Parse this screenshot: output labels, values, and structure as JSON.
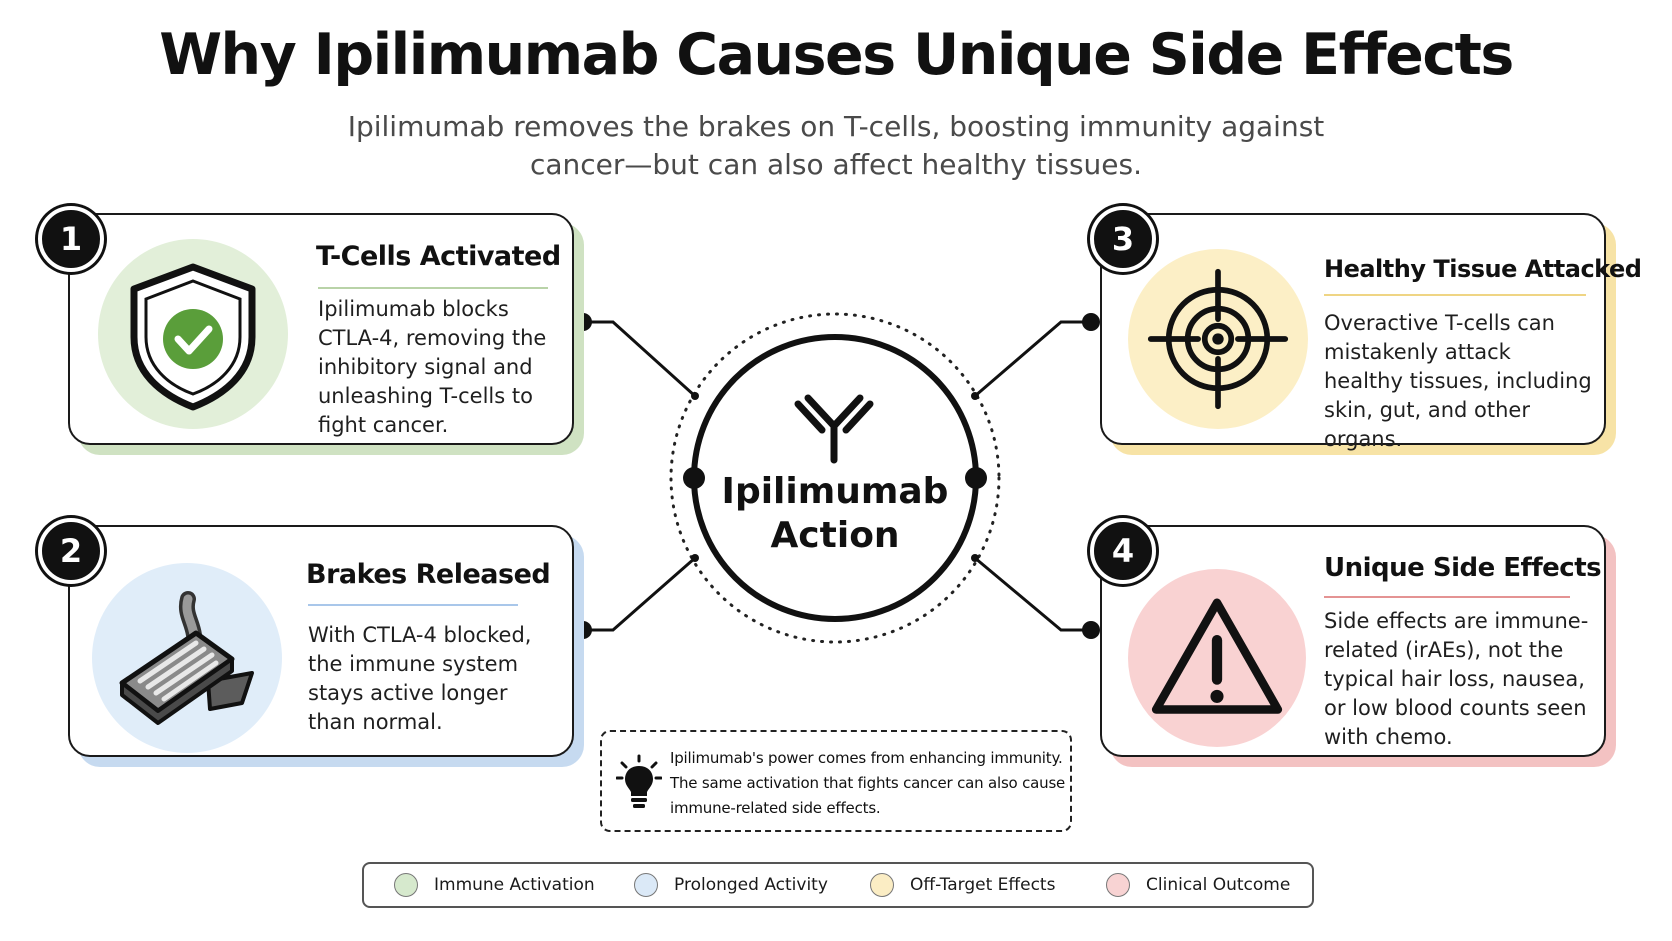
{
  "header": {
    "title": "Why Ipilimumab Causes Unique Side Effects",
    "subtitle": "Ipilimumab removes the brakes on T-cells, boosting immunity against cancer—but can also affect healthy tissues."
  },
  "hub": {
    "label_line1": "Ipilimumab",
    "label_line2": "Action",
    "icon": "antibody-icon"
  },
  "steps": [
    {
      "number": "1",
      "title": "T-Cells Activated",
      "body": "Ipilimumab blocks CTLA-4, removing the inhibitory signal and unleashing T-cells to fight cancer.",
      "icon": "shield-check-icon",
      "accent": "#cfe2c2"
    },
    {
      "number": "2",
      "title": "Brakes Released",
      "body": "With CTLA-4 blocked, the immune system stays active longer than normal.",
      "icon": "brake-pedal-icon",
      "accent": "#c6daf0"
    },
    {
      "number": "3",
      "title": "Healthy Tissue Attacked",
      "body": "Overactive T-cells can mistakenly attack healthy tissues, including skin, gut, and other organs.",
      "icon": "target-icon",
      "accent": "#f7e3a6"
    },
    {
      "number": "4",
      "title": "Unique Side Effects",
      "body": "Side effects are immune-related (irAEs), not the typical hair loss, nausea, or low blood counts seen with chemo.",
      "icon": "warning-icon",
      "accent": "#f3c2c2"
    }
  ],
  "note": {
    "icon": "lightbulb-icon",
    "text": "Ipilimumab's power comes from enhancing immunity. The same activation that fights cancer can also cause immune-related side effects."
  },
  "legend": [
    {
      "label": "Immune Activation",
      "color": "#d6e9cd"
    },
    {
      "label": "Prolonged Activity",
      "color": "#dbe9f7"
    },
    {
      "label": "Off-Target Effects",
      "color": "#fbedc4"
    },
    {
      "label": "Clinical Outcome",
      "color": "#f8d3d3"
    }
  ]
}
